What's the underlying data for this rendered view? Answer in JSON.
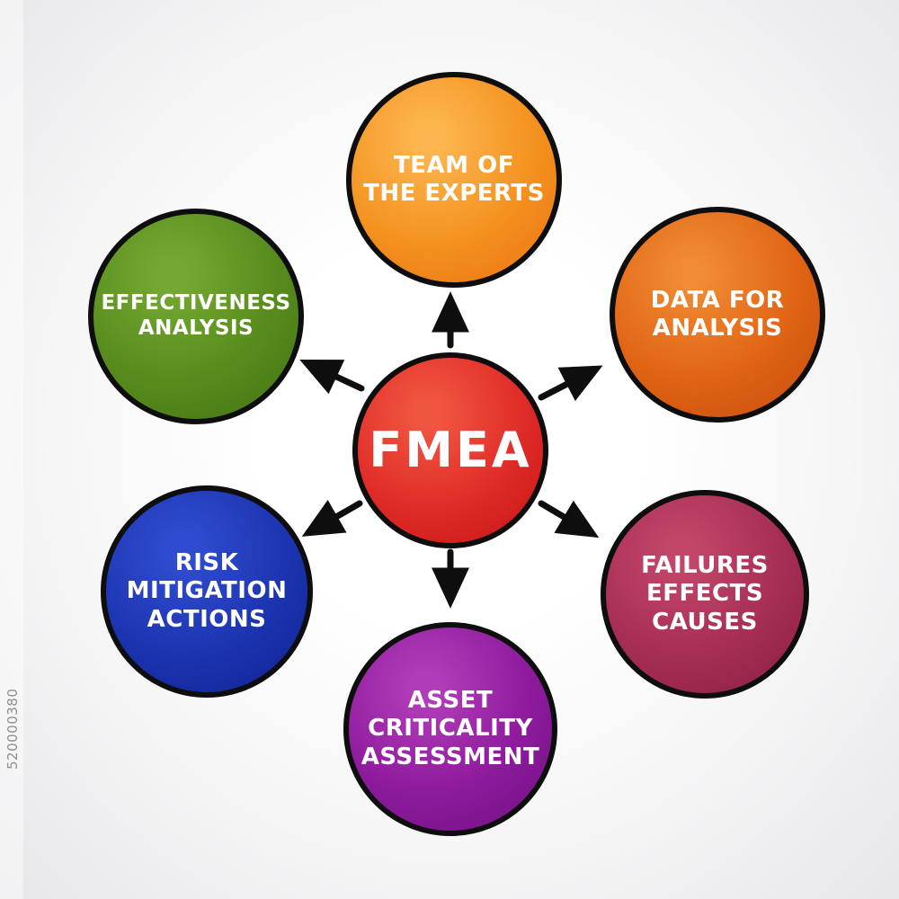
{
  "watermark": {
    "id": "520000380"
  },
  "diagram": {
    "connector_color": "#0e0e0e",
    "background_color": "#f2f2f4",
    "center": {
      "label": "FMEA",
      "color": "#e02c28"
    },
    "nodes": [
      {
        "name": "team-of-the-experts",
        "lines": [
          "TEAM OF",
          "THE EXPERTS"
        ],
        "color": "#f4921f"
      },
      {
        "name": "data-for-analysis",
        "lines": [
          "DATA FOR",
          "ANALYSIS"
        ],
        "color": "#e06414"
      },
      {
        "name": "failures-effects-causes",
        "lines": [
          "FAILURES",
          "EFFECTS",
          "CAUSES"
        ],
        "color": "#a62e54"
      },
      {
        "name": "asset-criticality-assessment",
        "lines": [
          "ASSET",
          "CRITICALITY",
          "ASSESSMENT"
        ],
        "color": "#8d1b9c"
      },
      {
        "name": "risk-mitigation-actions",
        "lines": [
          "RISK",
          "MITIGATION",
          "ACTIONS"
        ],
        "color": "#1c34b0"
      },
      {
        "name": "effectiveness-analysis",
        "lines": [
          "EFFECTIVENESS",
          "ANALYSIS"
        ],
        "color": "#578c1d"
      }
    ]
  }
}
